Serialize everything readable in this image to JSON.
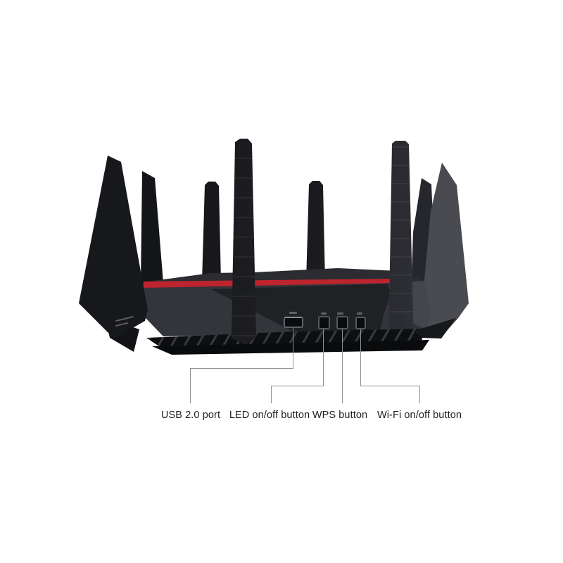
{
  "figure": {
    "subject": "tri-band-wireless-router-rear-view",
    "colors": {
      "background": "#ffffff",
      "accent_stripe": "#c5262f",
      "body_dark": "#1b1c20",
      "callout_line": "#909194",
      "label_text": "#1f1f1f"
    },
    "panel": {
      "marks": [
        "usb-icon",
        "led-mark",
        "wps-mark",
        "wifi-mark"
      ]
    }
  },
  "callouts": [
    {
      "id": "usb",
      "label": "USB 2.0 port"
    },
    {
      "id": "led",
      "label": "LED on/off button"
    },
    {
      "id": "wps",
      "label": "WPS button"
    },
    {
      "id": "wifi",
      "label": "Wi-Fi on/off button"
    }
  ]
}
